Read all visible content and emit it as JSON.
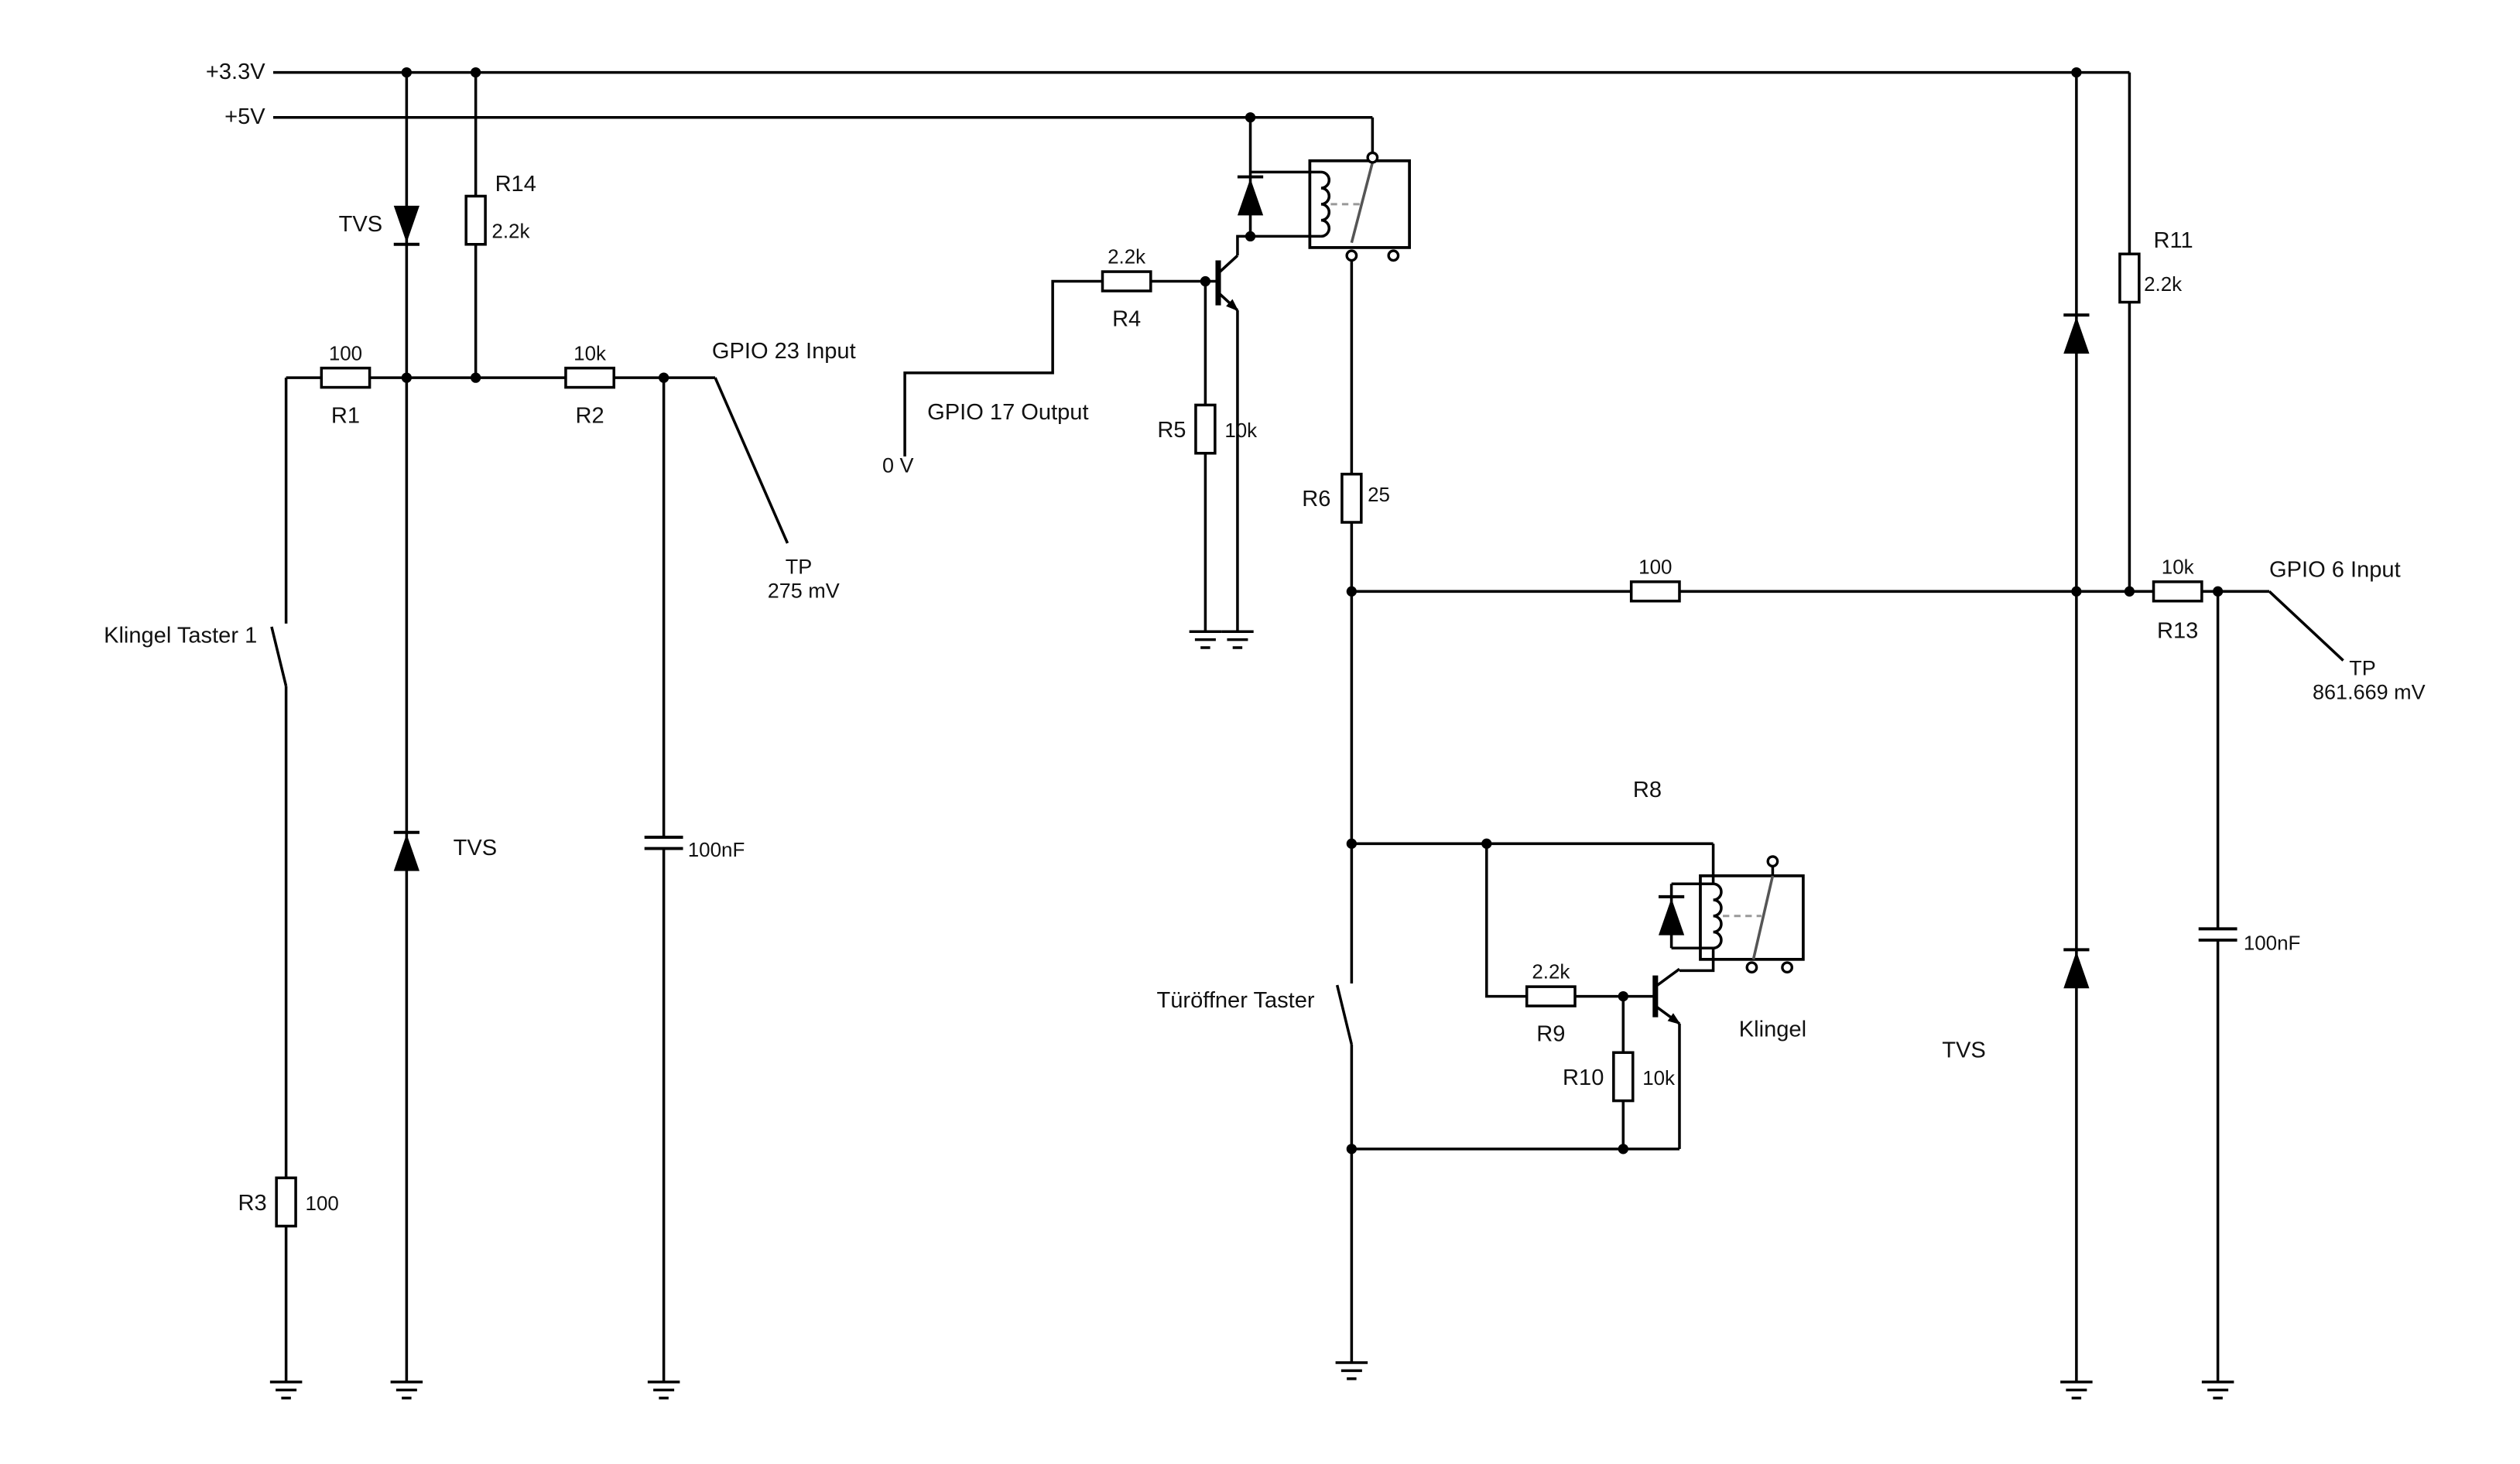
{
  "rails": {
    "v33": "+3.3V",
    "v5": "+5V"
  },
  "protection": {
    "tvs_left_top": "TVS",
    "tvs_left_mid": "TVS",
    "tvs_right": "TVS"
  },
  "components": {
    "r1": {
      "name": "R1",
      "value": "100"
    },
    "r2": {
      "name": "R2",
      "value": "10k"
    },
    "r3": {
      "name": "R3",
      "value": "100"
    },
    "r4": {
      "name": "R4",
      "value": "2.2k"
    },
    "r5": {
      "name": "R5",
      "value": "10k"
    },
    "r6": {
      "name": "R6",
      "value": "25"
    },
    "r100mid": {
      "value": "100"
    },
    "r8": {
      "name": "R8"
    },
    "r9": {
      "name": "R9",
      "value": "2.2k"
    },
    "r10": {
      "name": "R10",
      "value": "10k"
    },
    "r11": {
      "name": "R11",
      "value": "2.2k"
    },
    "r13": {
      "name": "R13",
      "value": "10k"
    },
    "r14": {
      "name": "R14",
      "value": "2.2k"
    },
    "c1": {
      "value": "100nF"
    },
    "c2": {
      "value": "100nF"
    }
  },
  "gpio": {
    "gpio23": {
      "label": "GPIO 23 Input",
      "tp_label": "TP",
      "tp_value": "275 mV"
    },
    "gpio17": {
      "label": "GPIO 17 Output",
      "level": "0 V"
    },
    "gpio6": {
      "label": "GPIO 6 Input",
      "tp_label": "TP",
      "tp_value": "861.669 mV"
    }
  },
  "switches": {
    "klingel_taster1": "Klingel Taster 1",
    "tueroeffner_taster": "Türöffner Taster"
  },
  "relays": {
    "klingel": "Klingel"
  }
}
